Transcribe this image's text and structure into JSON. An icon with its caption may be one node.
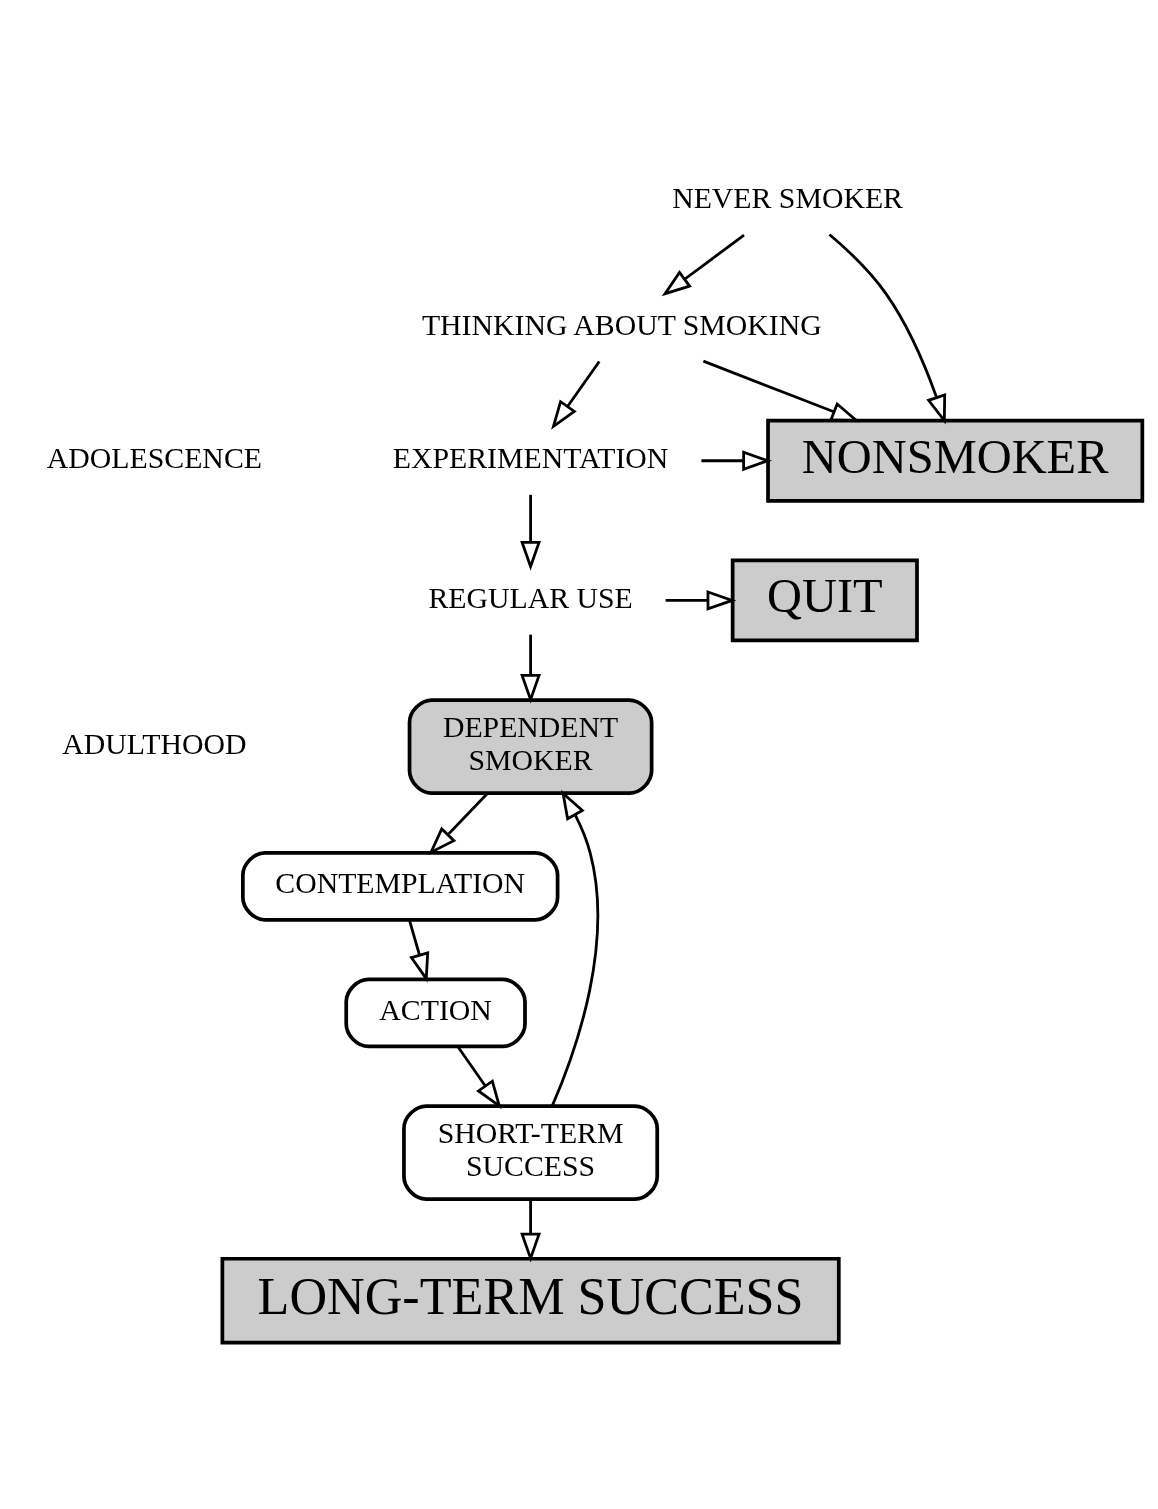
{
  "diagram": {
    "nodes": [
      {
        "text": [
          "NEVER SMOKER"
        ]
      },
      {
        "text": [
          "THINKING ABOUT SMOKING"
        ]
      },
      {
        "text": [
          "EXPERIMENTATION"
        ]
      },
      {
        "text": [
          "NONSMOKER"
        ]
      },
      {
        "text": [
          "REGULAR USE"
        ]
      },
      {
        "text": [
          "QUIT"
        ]
      },
      {
        "text": [
          "DEPENDENT SMOKER"
        ]
      },
      {
        "text": [
          "CONTEMPLATION"
        ]
      },
      {
        "text": [
          "ACTION"
        ]
      },
      {
        "text": [
          "SHORT-TERM SUCCESS"
        ]
      },
      {
        "text": [
          "LONG-TERM SUCCESS"
        ]
      }
    ],
    "edges": [
      {
        "from": 0,
        "to": 1,
        "arrow": "to"
      },
      {
        "from": 0,
        "to": 3,
        "arrow": "to"
      },
      {
        "from": 1,
        "to": 3,
        "arrow": "to"
      },
      {
        "from": 1,
        "to": 2,
        "arrow": "to"
      },
      {
        "from": 2,
        "to": 3,
        "arrow": "to"
      },
      {
        "from": 2,
        "to": 4,
        "arrow": "to"
      },
      {
        "from": 4,
        "to": 5,
        "arrow": "to"
      },
      {
        "from": 4,
        "to": 6,
        "arrow": "to"
      },
      {
        "from": 6,
        "to": 7,
        "arrow": "to"
      },
      {
        "from": 7,
        "to": 8,
        "arrow": "to"
      },
      {
        "from": 8,
        "to": 9,
        "arrow": "to"
      },
      {
        "from": 9,
        "to": 6,
        "arrow": "to"
      },
      {
        "from": 9,
        "to": 10,
        "arrow": "to"
      }
    ],
    "labels": [
      "ADOLESCENCE",
      "ADULTHOOD"
    ]
  }
}
